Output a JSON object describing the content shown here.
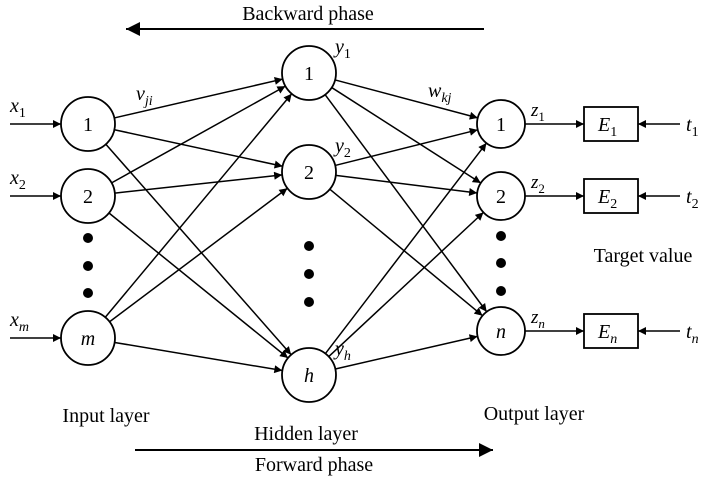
{
  "title": "Backpropagation neural network",
  "phases": {
    "backward": "Backward phase",
    "forward": "Forward phase"
  },
  "layers": {
    "input": {
      "label": "Input layer",
      "nodes": [
        {
          "label": "1",
          "italic": false,
          "signal": "x",
          "sub": "1"
        },
        {
          "label": "2",
          "italic": false,
          "signal": "x",
          "sub": "2"
        },
        {
          "label": "m",
          "italic": true,
          "signal": "x",
          "sub": "m"
        }
      ]
    },
    "hidden": {
      "label": "Hidden layer",
      "nodes": [
        {
          "label": "1",
          "italic": false,
          "signal": "y",
          "sub": "1"
        },
        {
          "label": "2",
          "italic": false,
          "signal": "y",
          "sub": "2"
        },
        {
          "label": "h",
          "italic": true,
          "signal": "y",
          "sub": "h"
        }
      ]
    },
    "output": {
      "label": "Output layer",
      "nodes": [
        {
          "label": "1",
          "italic": false,
          "signal": "z",
          "sub": "1",
          "error": "E",
          "error_sub": "1",
          "target": "t",
          "target_sub": "1"
        },
        {
          "label": "2",
          "italic": false,
          "signal": "z",
          "sub": "2",
          "error": "E",
          "error_sub": "2",
          "target": "t",
          "target_sub": "2"
        },
        {
          "label": "n",
          "italic": true,
          "signal": "z",
          "sub": "n",
          "error": "E",
          "error_sub": "n",
          "target": "t",
          "target_sub": "n"
        }
      ]
    }
  },
  "weights": {
    "input_hidden": {
      "symbol": "v",
      "sub": "ji"
    },
    "hidden_output": {
      "symbol": "w",
      "sub": "kj"
    }
  },
  "target_label": "Target value"
}
